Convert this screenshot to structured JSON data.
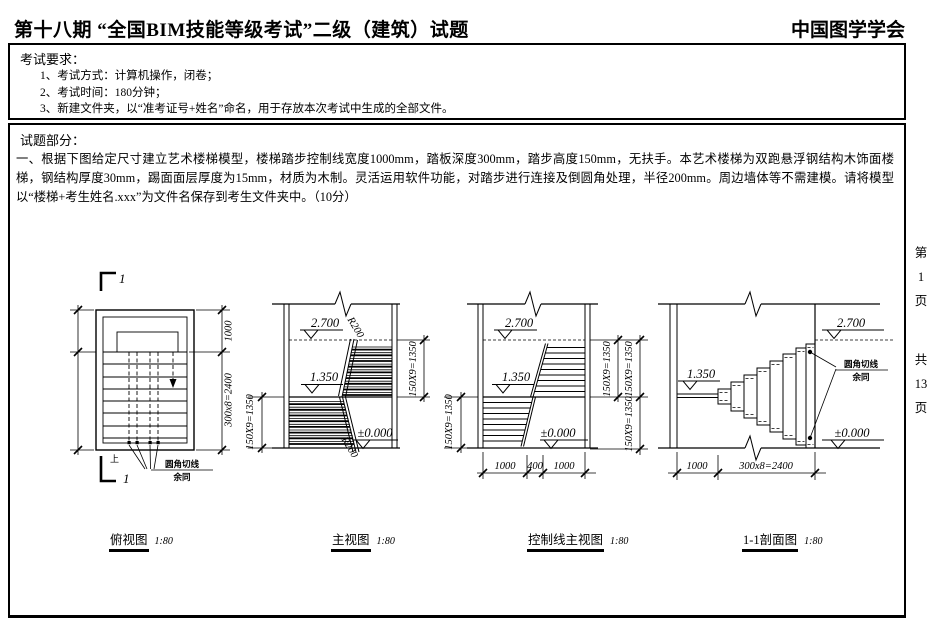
{
  "header": {
    "title": "第十八期 “全国BIM技能等级考试”二级（建筑）试题",
    "organization": "中国图学学会"
  },
  "exam_requirements": {
    "heading": "考试要求：",
    "items": [
      "1、考试方式：计算机操作，闭卷；",
      "2、考试时间：180分钟；",
      "3、新建文件夹，以“准考证号+姓名”命名，用于存放本次考试中生成的全部文件。"
    ]
  },
  "question_section": {
    "heading": "试题部分：",
    "body": "一、根据下图给定尺寸建立艺术楼梯模型，楼梯踏步控制线宽度1000mm，踏板深度300mm，踏步高度150mm，无扶手。本艺术楼梯为双跑悬浮钢结构木饰面楼梯，钢结构厚度30mm，踢面面层厚度为15mm，材质为木制。灵活运用软件功能，对踏步进行连接及倒圆角处理，半径200mm。周边墙体等不需建模。请将模型以“楼梯+考生姓名.xxx”为文件名保存到考生文件夹中。（10分）"
  },
  "page_indicator": {
    "page_prefix": "第",
    "page_number": "1",
    "page_suffix": "页",
    "total_prefix": "共",
    "total_number": "13",
    "total_suffix": "页"
  },
  "drawings": {
    "plan_view": {
      "title": "俯视图",
      "scale": "1:80",
      "section_mark_top": "1",
      "section_mark_bottom": "1",
      "up_label": "上",
      "dim_landing": "1000",
      "dim_treads": "300x8=2400",
      "note_line1": "圆角切线",
      "note_line2": "余同"
    },
    "front_view": {
      "title": "主视图",
      "scale": "1:80",
      "level_top": "2.700",
      "level_mid": "1.350",
      "level_bottom": "±0.000",
      "fillet_top": "R200",
      "fillet_bottom": "R200",
      "dim_left": "150X9=1350",
      "dim_right": "150X9=1350"
    },
    "control_line_view": {
      "title": "控制线主视图",
      "scale": "1:80",
      "level_top": "2.700",
      "level_mid": "1.350",
      "level_bottom": "±0.000",
      "dim_left": "150X9=1350",
      "dim_right_inner": "150X9=1350",
      "dim_right_outer_top": "150X9=1350",
      "dim_right_outer_bottom": "150X9=1350",
      "dim_bottom": [
        "1000",
        "400",
        "1000"
      ]
    },
    "section_view": {
      "title": "1-1剖面图",
      "scale": "1:80",
      "level_top": "2.700",
      "level_mid": "1.350",
      "level_bottom": "±0.000",
      "note_line1": "圆角切线",
      "note_line2": "余同",
      "dim_bottom_left": "1000",
      "dim_bottom_right": "300x8=2400"
    }
  }
}
